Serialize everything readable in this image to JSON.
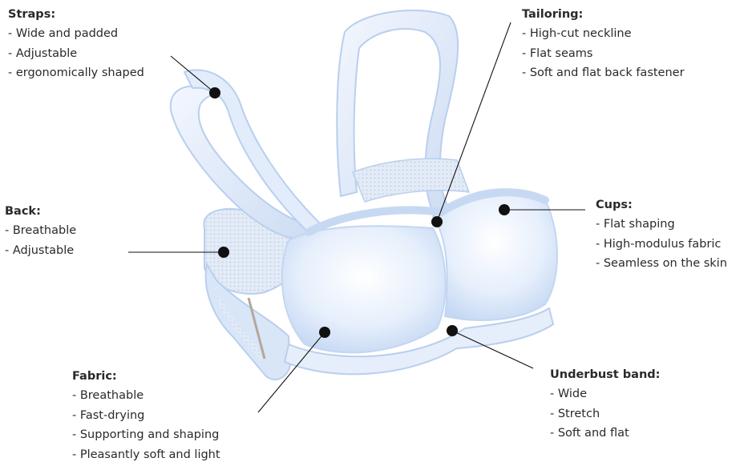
{
  "annotations": {
    "straps": {
      "title": "Straps:",
      "items": [
        "- Wide and padded",
        "- Adjustable",
        "- ergonomically shaped"
      ]
    },
    "tailoring": {
      "title": "Tailoring:",
      "items": [
        "- High-cut neckline",
        "- Flat seams",
        "- Soft and flat back fastener"
      ]
    },
    "back": {
      "title": "Back:",
      "items": [
        "- Breathable",
        "- Adjustable"
      ]
    },
    "cups": {
      "title": "Cups:",
      "items": [
        "- Flat shaping",
        "- High-modulus fabric",
        "- Seamless on the skin"
      ]
    },
    "fabric": {
      "title": "Fabric:",
      "items": [
        "- Breathable",
        "- Fast-drying",
        "- Supporting and shaping",
        "- Pleasantly soft and light"
      ]
    },
    "underbust": {
      "title": "Underbust band:",
      "items": [
        "- Wide",
        "- Stretch",
        "- Soft and flat"
      ]
    }
  },
  "colors": {
    "garment_fill": "#dce9fb",
    "garment_edge": "#b9cfee",
    "mesh": "#c7d6ea",
    "marker": "#111111",
    "text": "#2a2a2a"
  }
}
